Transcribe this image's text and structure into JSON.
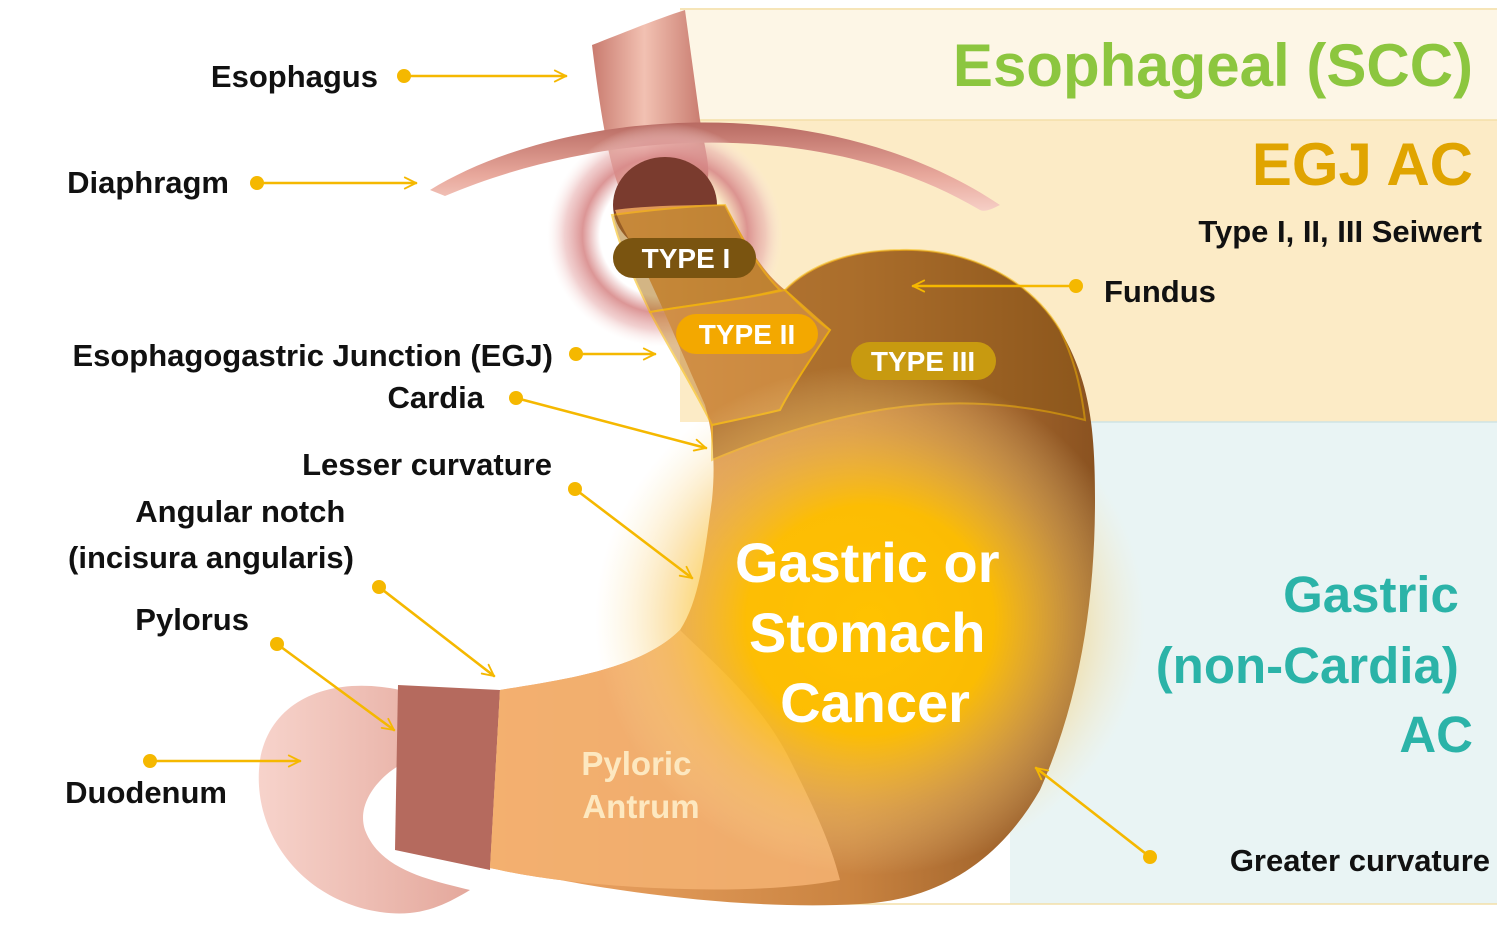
{
  "zones": {
    "esophageal": {
      "label": "Esophageal (SCC)",
      "color": "#8cc63f"
    },
    "egj": {
      "label": "EGJ AC",
      "sublabel": "Type I, II, III Seiwert",
      "color": "#e0a400"
    },
    "gastric": {
      "label_lines": [
        "Gastric",
        "(non-Cardia)",
        "AC"
      ],
      "color": "#2bb3a8"
    }
  },
  "types": {
    "type1": "TYPE I",
    "type2": "TYPE II",
    "type3": "TYPE III"
  },
  "center_label": [
    "Gastric or",
    "Stomach",
    "Cancer"
  ],
  "antrum_label": [
    "Pyloric",
    "Antrum"
  ],
  "anatomy_labels": {
    "esophagus": "Esophagus",
    "diaphragm": "Diaphragm",
    "fundus": "Fundus",
    "egj": "Esophagogastric Junction (EGJ)",
    "cardia": "Cardia",
    "lesser_curvature": "Lesser curvature",
    "angular_notch": [
      "Angular notch",
      "(incisura angularis)"
    ],
    "pylorus": "Pylorus",
    "duodenum": "Duodenum",
    "greater_curvature": "Greater curvature"
  },
  "colors": {
    "arrow": "#f5b800",
    "esophageal_band": "#fdf6e6",
    "egj_band": "#fcebc6",
    "gastric_band": "#e9f4f4"
  }
}
